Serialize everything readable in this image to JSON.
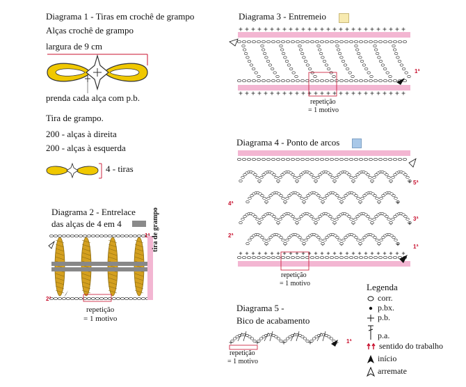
{
  "diagram1": {
    "title": "Diagrama 1 - Tiras em crochê de grampo",
    "subtitle": "Alças crochê de grampo",
    "width_label": "largura de 9 cm",
    "note_loops": "prenda cada alça com p.b.",
    "strip_title": "Tira de grampo.",
    "right_loops": "200 - alças à direita",
    "left_loops": "200 - alças à esquerda",
    "strips": "4 - tiras"
  },
  "diagram2": {
    "title_line1": "Diagrama 2 - Entrelace",
    "title_line2": "das alças de 4 em 4",
    "side_label": "tira de grampo",
    "repeat_line1": "repetição",
    "repeat_line2": "= 1 motivo",
    "row_start": "1ª",
    "row_end": "2ª",
    "swatch_color": "#8a8a8a"
  },
  "diagram3": {
    "title": "Diagrama 3 - Entremeio",
    "repeat_line1": "repetição",
    "repeat_line2": "= 1 motivo",
    "row_start": "1ª",
    "swatch_color": "#f7eab0"
  },
  "diagram4": {
    "title": "Diagrama 4 - Ponto de arcos",
    "repeat_line1": "repetição",
    "repeat_line2": "= 1 motivo",
    "rows": [
      "1ª",
      "2ª",
      "3ª",
      "4ª",
      "5ª"
    ],
    "swatch_color": "#a9c8e8"
  },
  "diagram5": {
    "title_line1": "Diagrama 5 -",
    "title_line2": "Bico de acabamento",
    "repeat_line1": "repetição",
    "repeat_line2": "= 1 motivo",
    "row_start": "1ª"
  },
  "legend": {
    "title": "Legenda",
    "items": [
      {
        "symbol": "chain-oval",
        "label": "corr."
      },
      {
        "symbol": "dot",
        "label": "p.bx."
      },
      {
        "symbol": "plus",
        "label": "p.b."
      },
      {
        "symbol": "tall-t",
        "label": "p.a."
      },
      {
        "symbol": "red-arrows",
        "label": "sentido do trabalho"
      },
      {
        "symbol": "filled-arrowhead",
        "label": "início"
      },
      {
        "symbol": "outline-arrowhead",
        "label": "arremate"
      }
    ]
  },
  "colors": {
    "pink_band": "#f3b6d2",
    "red": "#c8102e",
    "loop_yellow": "#f0c800",
    "loop_gold": "#d4a020"
  }
}
